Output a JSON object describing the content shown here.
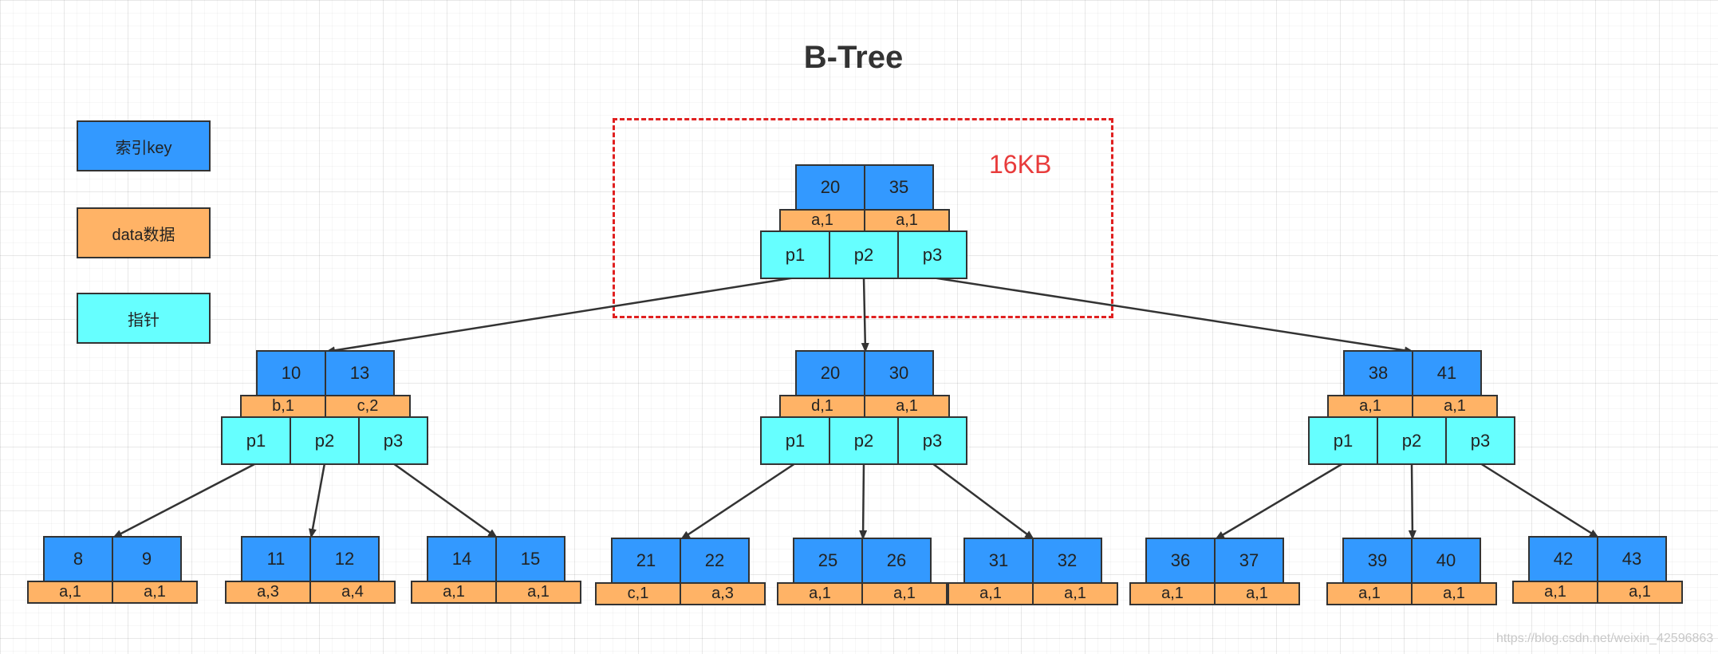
{
  "title": "B-Tree",
  "page_size_label": "16KB",
  "legend": [
    {
      "label": "索引key",
      "type": "key"
    },
    {
      "label": "data数据",
      "type": "data"
    },
    {
      "label": "指针",
      "type": "ptr"
    }
  ],
  "colors": {
    "key": "#3399ff",
    "data": "#ffb366",
    "ptr": "#66ffff",
    "edge": "#333333",
    "region": "#e02020",
    "label": "#e83b3b"
  },
  "nodes": [
    {
      "id": "root",
      "keys": [
        "20",
        "35"
      ],
      "data": [
        "a,1",
        "a,1"
      ],
      "pointers": [
        "p1",
        "p2",
        "p3"
      ]
    },
    {
      "id": "n-left",
      "keys": [
        "10",
        "13"
      ],
      "data": [
        "b,1",
        "c,2"
      ],
      "pointers": [
        "p1",
        "p2",
        "p3"
      ]
    },
    {
      "id": "n-middle",
      "keys": [
        "20",
        "30"
      ],
      "data": [
        "d,1",
        "a,1"
      ],
      "pointers": [
        "p1",
        "p2",
        "p3"
      ]
    },
    {
      "id": "n-right",
      "keys": [
        "38",
        "41"
      ],
      "data": [
        "a,1",
        "a,1"
      ],
      "pointers": [
        "p1",
        "p2",
        "p3"
      ]
    },
    {
      "id": "leaf-1",
      "keys": [
        "8",
        "9"
      ],
      "data": [
        "a,1",
        "a,1"
      ]
    },
    {
      "id": "leaf-2",
      "keys": [
        "11",
        "12"
      ],
      "data": [
        "a,3",
        "a,4"
      ]
    },
    {
      "id": "leaf-3",
      "keys": [
        "14",
        "15"
      ],
      "data": [
        "a,1",
        "a,1"
      ]
    },
    {
      "id": "leaf-4",
      "keys": [
        "21",
        "22"
      ],
      "data": [
        "c,1",
        "a,3"
      ]
    },
    {
      "id": "leaf-5",
      "keys": [
        "25",
        "26"
      ],
      "data": [
        "a,1",
        "a,1"
      ]
    },
    {
      "id": "leaf-6",
      "keys": [
        "31",
        "32"
      ],
      "data": [
        "a,1",
        "a,1"
      ]
    },
    {
      "id": "leaf-7",
      "keys": [
        "36",
        "37"
      ],
      "data": [
        "a,1",
        "a,1"
      ]
    },
    {
      "id": "leaf-8",
      "keys": [
        "39",
        "40"
      ],
      "data": [
        "a,1",
        "a,1"
      ]
    },
    {
      "id": "leaf-9",
      "keys": [
        "42",
        "43"
      ],
      "data": [
        "a,1",
        "a,1"
      ]
    }
  ],
  "edges": [
    {
      "from": "root",
      "pointer": 0,
      "to": "n-left"
    },
    {
      "from": "root",
      "pointer": 1,
      "to": "n-middle"
    },
    {
      "from": "root",
      "pointer": 2,
      "to": "n-right"
    },
    {
      "from": "n-left",
      "pointer": 0,
      "to": "leaf-1"
    },
    {
      "from": "n-left",
      "pointer": 1,
      "to": "leaf-2"
    },
    {
      "from": "n-left",
      "pointer": 2,
      "to": "leaf-3"
    },
    {
      "from": "n-middle",
      "pointer": 0,
      "to": "leaf-4"
    },
    {
      "from": "n-middle",
      "pointer": 1,
      "to": "leaf-5"
    },
    {
      "from": "n-middle",
      "pointer": 2,
      "to": "leaf-6"
    },
    {
      "from": "n-right",
      "pointer": 0,
      "to": "leaf-7"
    },
    {
      "from": "n-right",
      "pointer": 1,
      "to": "leaf-8"
    },
    {
      "from": "n-right",
      "pointer": 2,
      "to": "leaf-9"
    }
  ],
  "watermark": "https://blog.csdn.net/weixin_42596863"
}
